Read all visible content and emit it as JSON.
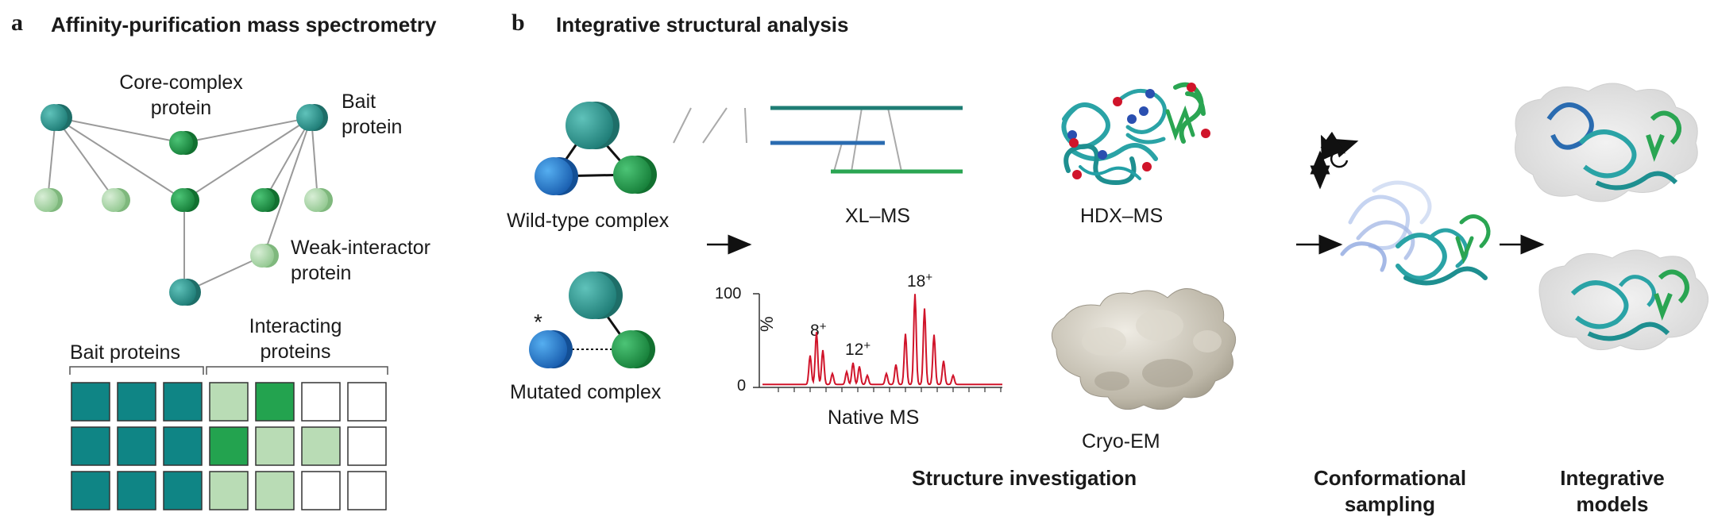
{
  "panel_a": {
    "letter": "a",
    "title": "Affinity-purification mass spectrometry",
    "labels": {
      "core_complex": "Core-complex\nprotein",
      "bait": "Bait\nprotein",
      "weak_interactor": "Weak-interactor\nprotein",
      "bait_proteins": "Bait proteins",
      "interacting_proteins": "Interacting\nproteins"
    }
  },
  "panel_b": {
    "letter": "b",
    "title": "Integrative structural analysis",
    "wild_type_label": "Wild-type complex",
    "mutated_label": "Mutated complex",
    "mutation_mark": "*",
    "xl_ms_label": "XL–MS",
    "hdx_ms_label": "HDX–MS",
    "native_ms_label": "Native MS",
    "cryo_em_label": "Cryo-EM",
    "native_ms_plot": {
      "y_axis_label": "%",
      "y_tick_top": "100",
      "y_tick_bottom": "0",
      "peaks": [
        {
          "charge": "8",
          "sign": "+"
        },
        {
          "charge": "12",
          "sign": "+"
        },
        {
          "charge": "18",
          "sign": "+"
        }
      ]
    },
    "sections": {
      "structure_investigation": "Structure investigation",
      "conformational_sampling": "Conformational\nsampling",
      "integrative_models": "Integrative\nmodels"
    }
  },
  "colors": {
    "teal": "#2a8f88",
    "dark_teal": "#1e6e68",
    "green": "#1e9a48",
    "light_green": "#a7d6a6",
    "blue": "#2a7fd0",
    "red": "#d0142a",
    "grid_teal": "#0f8585",
    "cryo_em_gray": "#c9c4b8"
  }
}
